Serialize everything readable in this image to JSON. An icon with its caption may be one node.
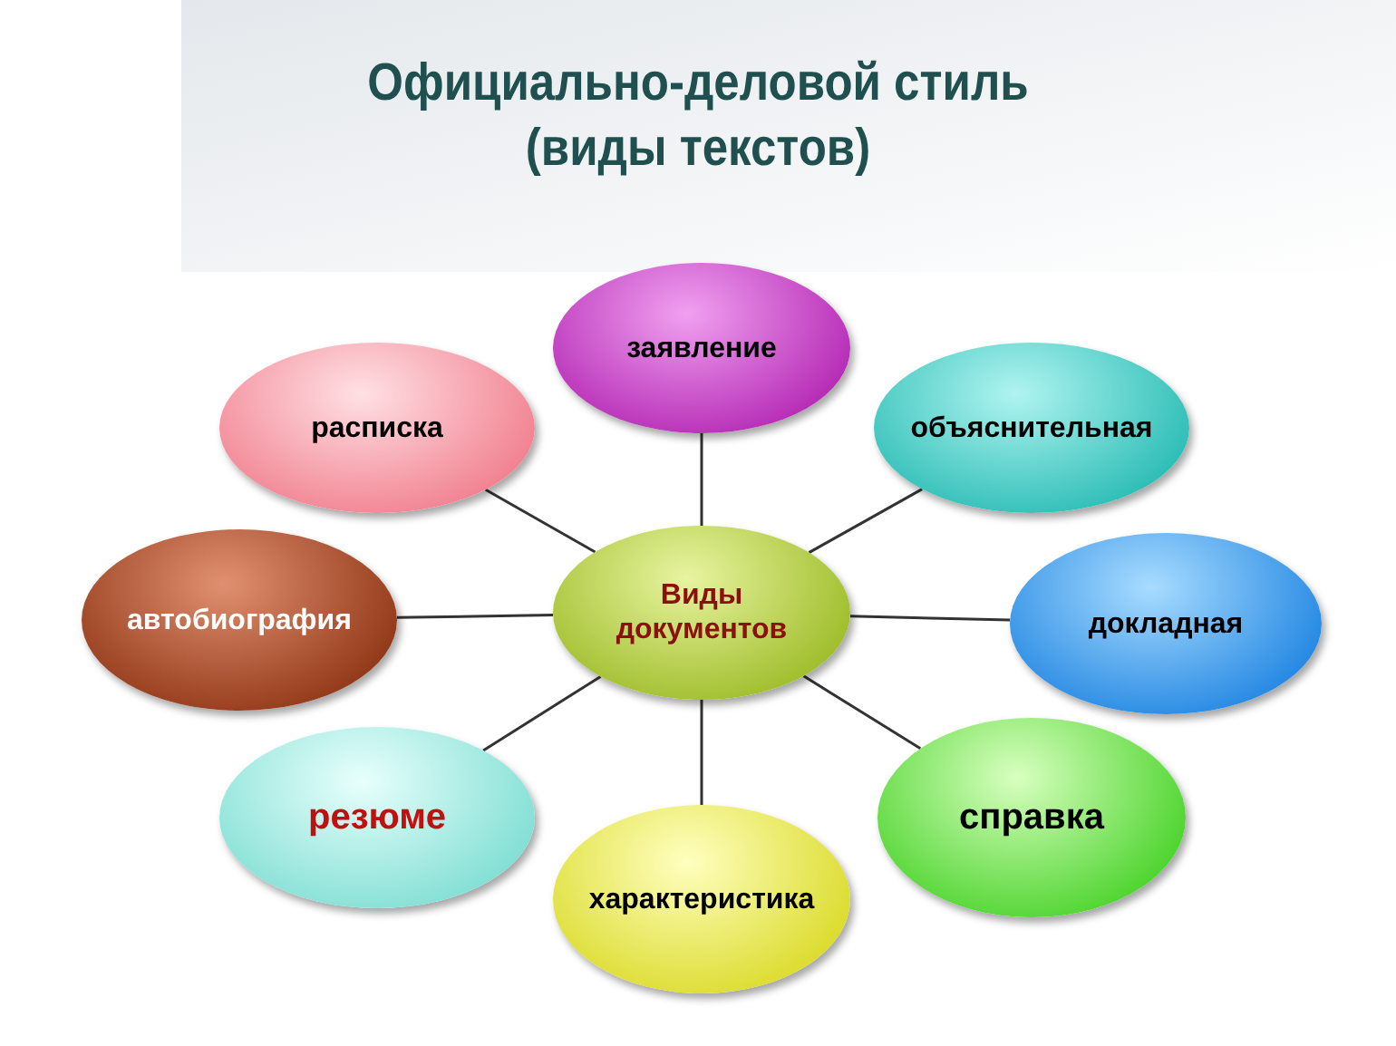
{
  "diagram": {
    "title": "Официально-деловой стиль (виды текстов)",
    "nodes": [
      {
        "text": [
          "заявление"
        ]
      },
      {
        "text": [
          "расписка"
        ]
      },
      {
        "text": [
          "объяснительная"
        ]
      },
      {
        "text": [
          "автобиография"
        ]
      },
      {
        "text": [
          "Виды документов"
        ]
      },
      {
        "text": [
          "докладная"
        ]
      },
      {
        "text": [
          "резюме"
        ]
      },
      {
        "text": [
          "справка"
        ]
      },
      {
        "text": [
          "характеристика"
        ]
      }
    ],
    "edges": [
      {
        "from": 4,
        "to": 0,
        "arrow": "none"
      },
      {
        "from": 4,
        "to": 1,
        "arrow": "none"
      },
      {
        "from": 4,
        "to": 2,
        "arrow": "none"
      },
      {
        "from": 4,
        "to": 3,
        "arrow": "none"
      },
      {
        "from": 4,
        "to": 5,
        "arrow": "none"
      },
      {
        "from": 4,
        "to": 6,
        "arrow": "none"
      },
      {
        "from": 4,
        "to": 7,
        "arrow": "none"
      },
      {
        "from": 4,
        "to": 8,
        "arrow": "none"
      }
    ]
  }
}
